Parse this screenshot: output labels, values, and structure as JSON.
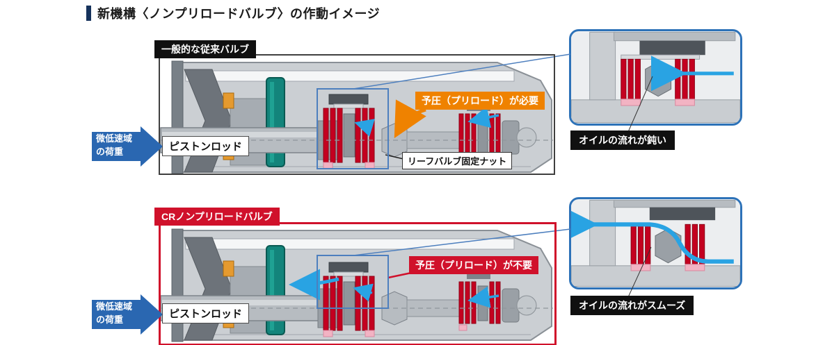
{
  "title": "新機構〈ノンプリロードバルブ〉の作動イメージ",
  "colors": {
    "accent_navy": "#16325c",
    "cr_red": "#d0112b",
    "preload_orange": "#ef8200",
    "flow_blue": "#29a3e3",
    "inset_border_blue": "#2d72b8",
    "load_arrow_blue": "#2a67b1",
    "valve_red": "#c40020",
    "piston_teal": "#13847b",
    "frame_dark": "#3f3f3f",
    "label_black": "#101010"
  },
  "conventional": {
    "panel_label": "一般的な従来バルブ",
    "load_line1": "微低速域",
    "load_line2": "の荷重",
    "piston_rod_label": "ピストンロッド",
    "preload_note": "予圧（プリロード）が必要",
    "nut_label": "リーフバルブ固定ナット",
    "inset_caption": "オイルの流れが鈍い"
  },
  "cr": {
    "panel_label": "CRノンプリロードバルブ",
    "load_line1": "微低速域",
    "load_line2": "の荷重",
    "piston_rod_label": "ピストンロッド",
    "preload_note": "予圧（プリロード）が不要",
    "inset_caption": "オイルの流れがスムーズ"
  }
}
